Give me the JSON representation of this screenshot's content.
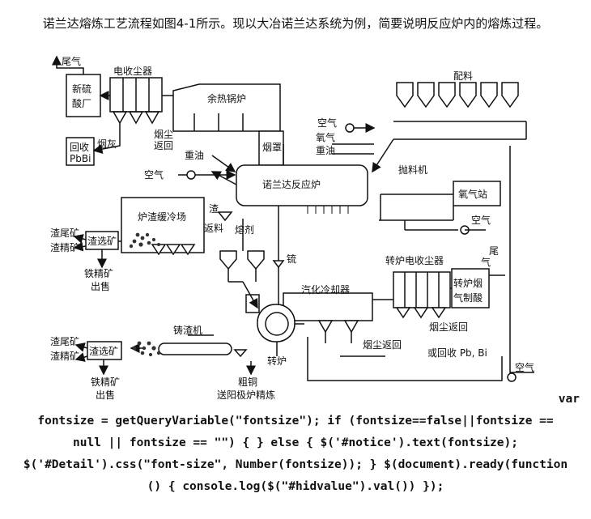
{
  "intro": "诺兰达熔炼工艺流程如图4-1所示。现以大冶诺兰达系统为例，简要说明反应炉内的熔炼过程。",
  "diagram": {
    "labels": {
      "tail_gas_top": "尾气",
      "esp_top": "电收尘器",
      "acid_plant_1": "新硫",
      "acid_plant_2": "酸厂",
      "waste_heat_boiler": "余热锅炉",
      "smoke_dust_1": "烟尘",
      "smoke_dust_2": "返回",
      "recover_1": "回收",
      "recover_2": "PbBi",
      "fume_ash": "烟灰",
      "smoke_hood": "烟罩",
      "heavy_oil_left": "重油",
      "air_left": "空气",
      "noranda_reactor": "诺兰达反应炉",
      "batching": "配料",
      "air_right": "空气",
      "oxygen": "氧气",
      "heavy_oil_right": "重油",
      "thrower": "抛料机",
      "oxygen_station": "氧气站",
      "air_mid": "空气",
      "slag_cooling": "炉渣缓冷场",
      "slag_1": "渣",
      "slag_return_1": "返料",
      "flux": "熔剂",
      "matte": "锍",
      "slag_tail_1": "渣尾矿",
      "slag_conc_1": "渣精矿",
      "concentrator_1": "渣选矿",
      "iron_conc_1": "铁精矿",
      "sale_1": "出售",
      "converter_esp": "转炉电收尘器",
      "tail_right_1": "尾",
      "tail_right_2": "气",
      "conv_acid_1": "转炉烟",
      "conv_acid_2": "气制酸",
      "vapor_cooler": "汽化冷却器",
      "dust_return_r": "烟尘返回",
      "dust_return_b": "烟尘返回",
      "or_recover": "或回收 Pb, Bi",
      "slag_caster": "铸渣机",
      "slag_tail_2": "渣尾矿",
      "slag_conc_2": "渣精矿",
      "concentrator_2": "渣选矿",
      "iron_conc_2": "铁精矿",
      "sale_2": "出售",
      "converter": "转炉",
      "blister": "粗铜",
      "to_refinery": "送阳极炉精炼",
      "air_bottom": "空气"
    }
  },
  "code": {
    "line1": "var",
    "line2": "fontsize = getQueryVariable(\"fontsize\"); if (fontsize==false||fontsize ==",
    "line3": "null || fontsize == \"\") { } else { $('#notice').text(fontsize);",
    "line4": "$('#Detail').css(\"font-size\", Number(fontsize)); } $(document).ready(function",
    "line5": "() { console.log($(\"#hidvalue\").val()) });"
  }
}
